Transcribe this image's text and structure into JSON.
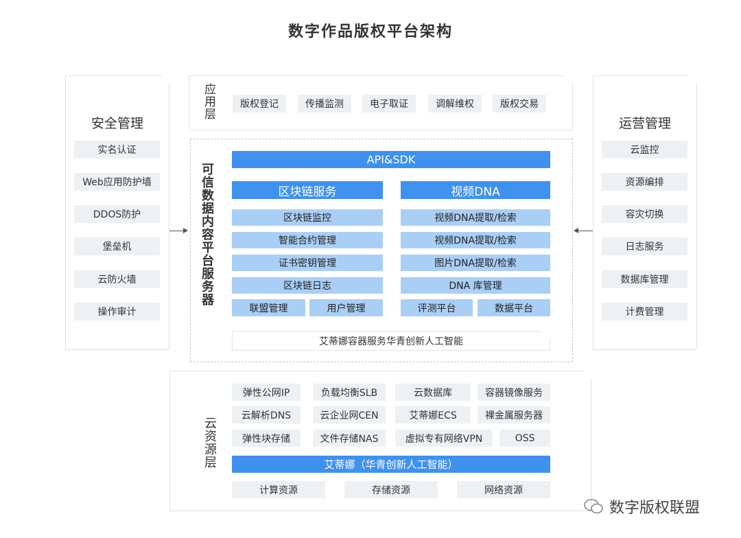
{
  "title": "数字作品版权平台架构",
  "security": {
    "title": "安全管理",
    "items": [
      "实名认证",
      "Web应用防护墙",
      "DDOS防护",
      "堡垒机",
      "云防火墙",
      "操作审计"
    ]
  },
  "operations": {
    "title": "运营管理",
    "items": [
      "云监控",
      "资源编排",
      "容灾切换",
      "日志服务",
      "数据库管理",
      "计费管理"
    ]
  },
  "app_layer": {
    "label": "应用层",
    "items": [
      "版权登记",
      "传播监测",
      "电子取证",
      "调解维权",
      "版权交易"
    ]
  },
  "trusted": {
    "label": "可信数据内容平台服务器",
    "api": "API&SDK",
    "blockchain": {
      "title": "区块链服务",
      "items": [
        "区块链监控",
        "智能合约管理",
        "证书密钥管理",
        "区块链日志"
      ],
      "split": [
        "联盟管理",
        "用户管理"
      ]
    },
    "video_dna": {
      "title": "视频DNA",
      "items": [
        "视频DNA提取/检索",
        "视频DNA提取/检索",
        "图片DNA提取/检索",
        "DNA 库管理"
      ],
      "split": [
        "评测平台",
        "数据平台"
      ]
    },
    "footer": "艾蒂娜容器服务华青创新人工智能"
  },
  "cloud": {
    "label": "云资源层",
    "rows": [
      [
        "弹性公网IP",
        "负载均衡SLB",
        "云数据库",
        "容器镜像服务"
      ],
      [
        "云解析DNS",
        "云企业网CEN",
        "艾蒂娜ECS",
        "裸金属服务器"
      ],
      [
        "弹性块存储",
        "文件存储NAS",
        "虚拟专有网络VPN",
        "OSS"
      ]
    ],
    "bar": "艾蒂娜（华青创新人工智能）",
    "resources": [
      "计算资源",
      "存储资源",
      "网络资源"
    ]
  },
  "watermark": "数字版权联盟"
}
